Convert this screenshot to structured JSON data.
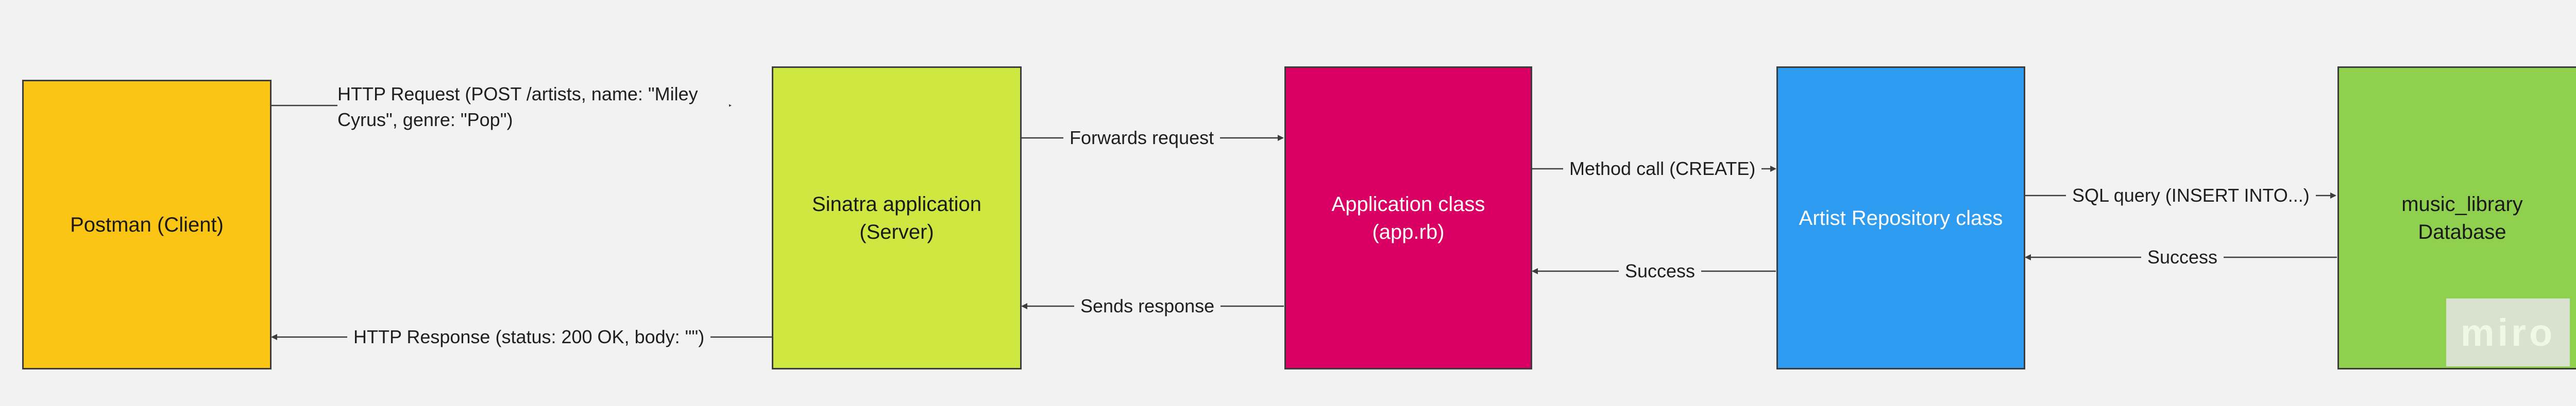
{
  "colors": {
    "background": "#f2f2f2",
    "client": "#fbc515",
    "server": "#cee741",
    "app": "#da0063",
    "repository": "#2d9bf0",
    "database": "#8fd14f",
    "edge": "#3c3c3c"
  },
  "nodes": {
    "client": {
      "label": "Postman (Client)"
    },
    "server": {
      "label": "Sinatra application\n(Server)"
    },
    "app": {
      "label": "Application class\n(app.rb)"
    },
    "repository": {
      "label": "Artist Repository class"
    },
    "database": {
      "label": "music_library\nDatabase"
    }
  },
  "edges": {
    "request": {
      "label": "HTTP Request (POST /artists, name: \"Miley Cyrus\", genre: \"Pop\")"
    },
    "forwards": {
      "label": "Forwards request"
    },
    "method_call": {
      "label": "Method call (CREATE)"
    },
    "sql_query": {
      "label": "SQL query (INSERT INTO...)"
    },
    "db_success": {
      "label": "Success"
    },
    "repo_success": {
      "label": "Success"
    },
    "sends_response": {
      "label": "Sends response"
    },
    "response": {
      "label": "HTTP Response (status: 200 OK, body: \"\")"
    }
  },
  "watermark": {
    "text": "miro"
  }
}
